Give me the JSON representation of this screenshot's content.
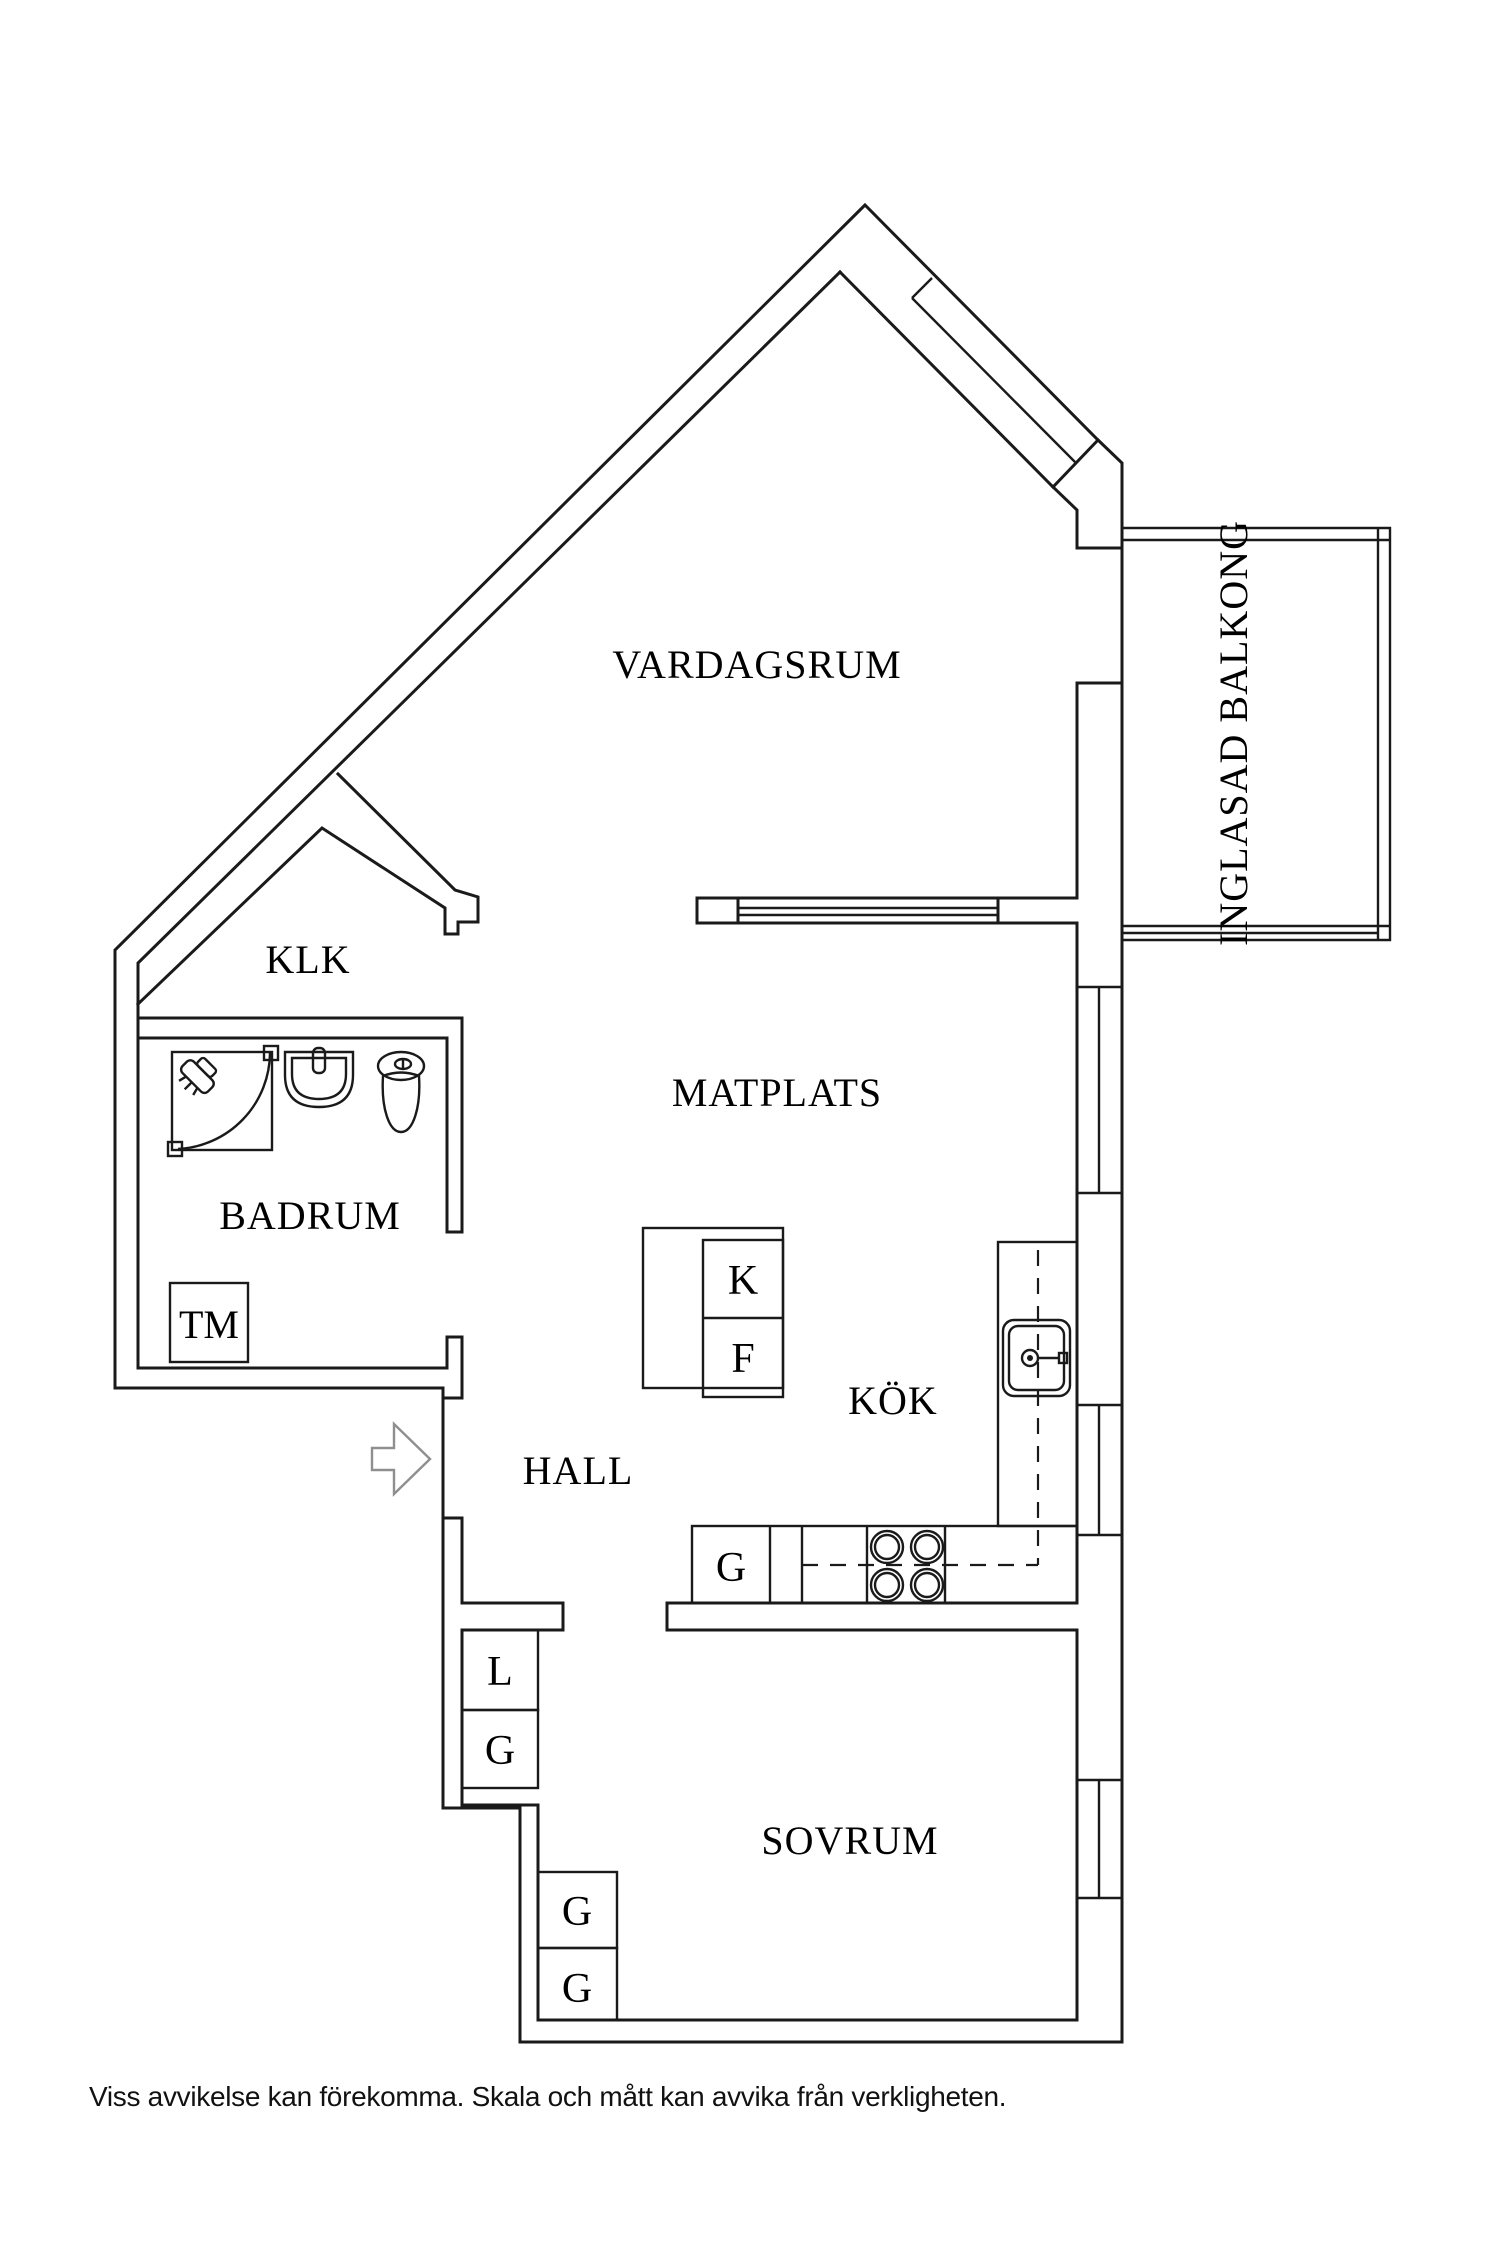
{
  "document": {
    "type": "floor-plan",
    "language": "sv",
    "disclaimer": "Viss avvikelse kan förekomma. Skala och mått kan avvika från verkligheten."
  },
  "rooms": {
    "vardagsrum": "VARDAGSRUM",
    "matplats": "MATPLATS",
    "kok": "KÖK",
    "hall": "HALL",
    "sovrum": "SOVRUM",
    "badrum": "BADRUM",
    "klk": "KLK",
    "balkong": "INGLASAD BALKONG"
  },
  "fixtures": {
    "tvattmaskin": "TM",
    "kyl": "K",
    "frys": "F",
    "garderob_kok": "G",
    "linneskap_hall": "L",
    "garderob_hall": "G",
    "garderob_sovrum_1": "G",
    "garderob_sovrum_2": "G"
  },
  "icons": {
    "entrance_arrow": "entry-direction-arrow",
    "shower": "shower-corner-enclosure",
    "washbasin": "bathroom-sink",
    "toilet": "toilet",
    "kitchen_sink": "kitchen-sink",
    "stove": "stove-4-burners"
  },
  "colors": {
    "background": "#ffffff",
    "line": "#1a1a1a",
    "arrow_outline": "#8f8f8f",
    "text": "#000000"
  }
}
